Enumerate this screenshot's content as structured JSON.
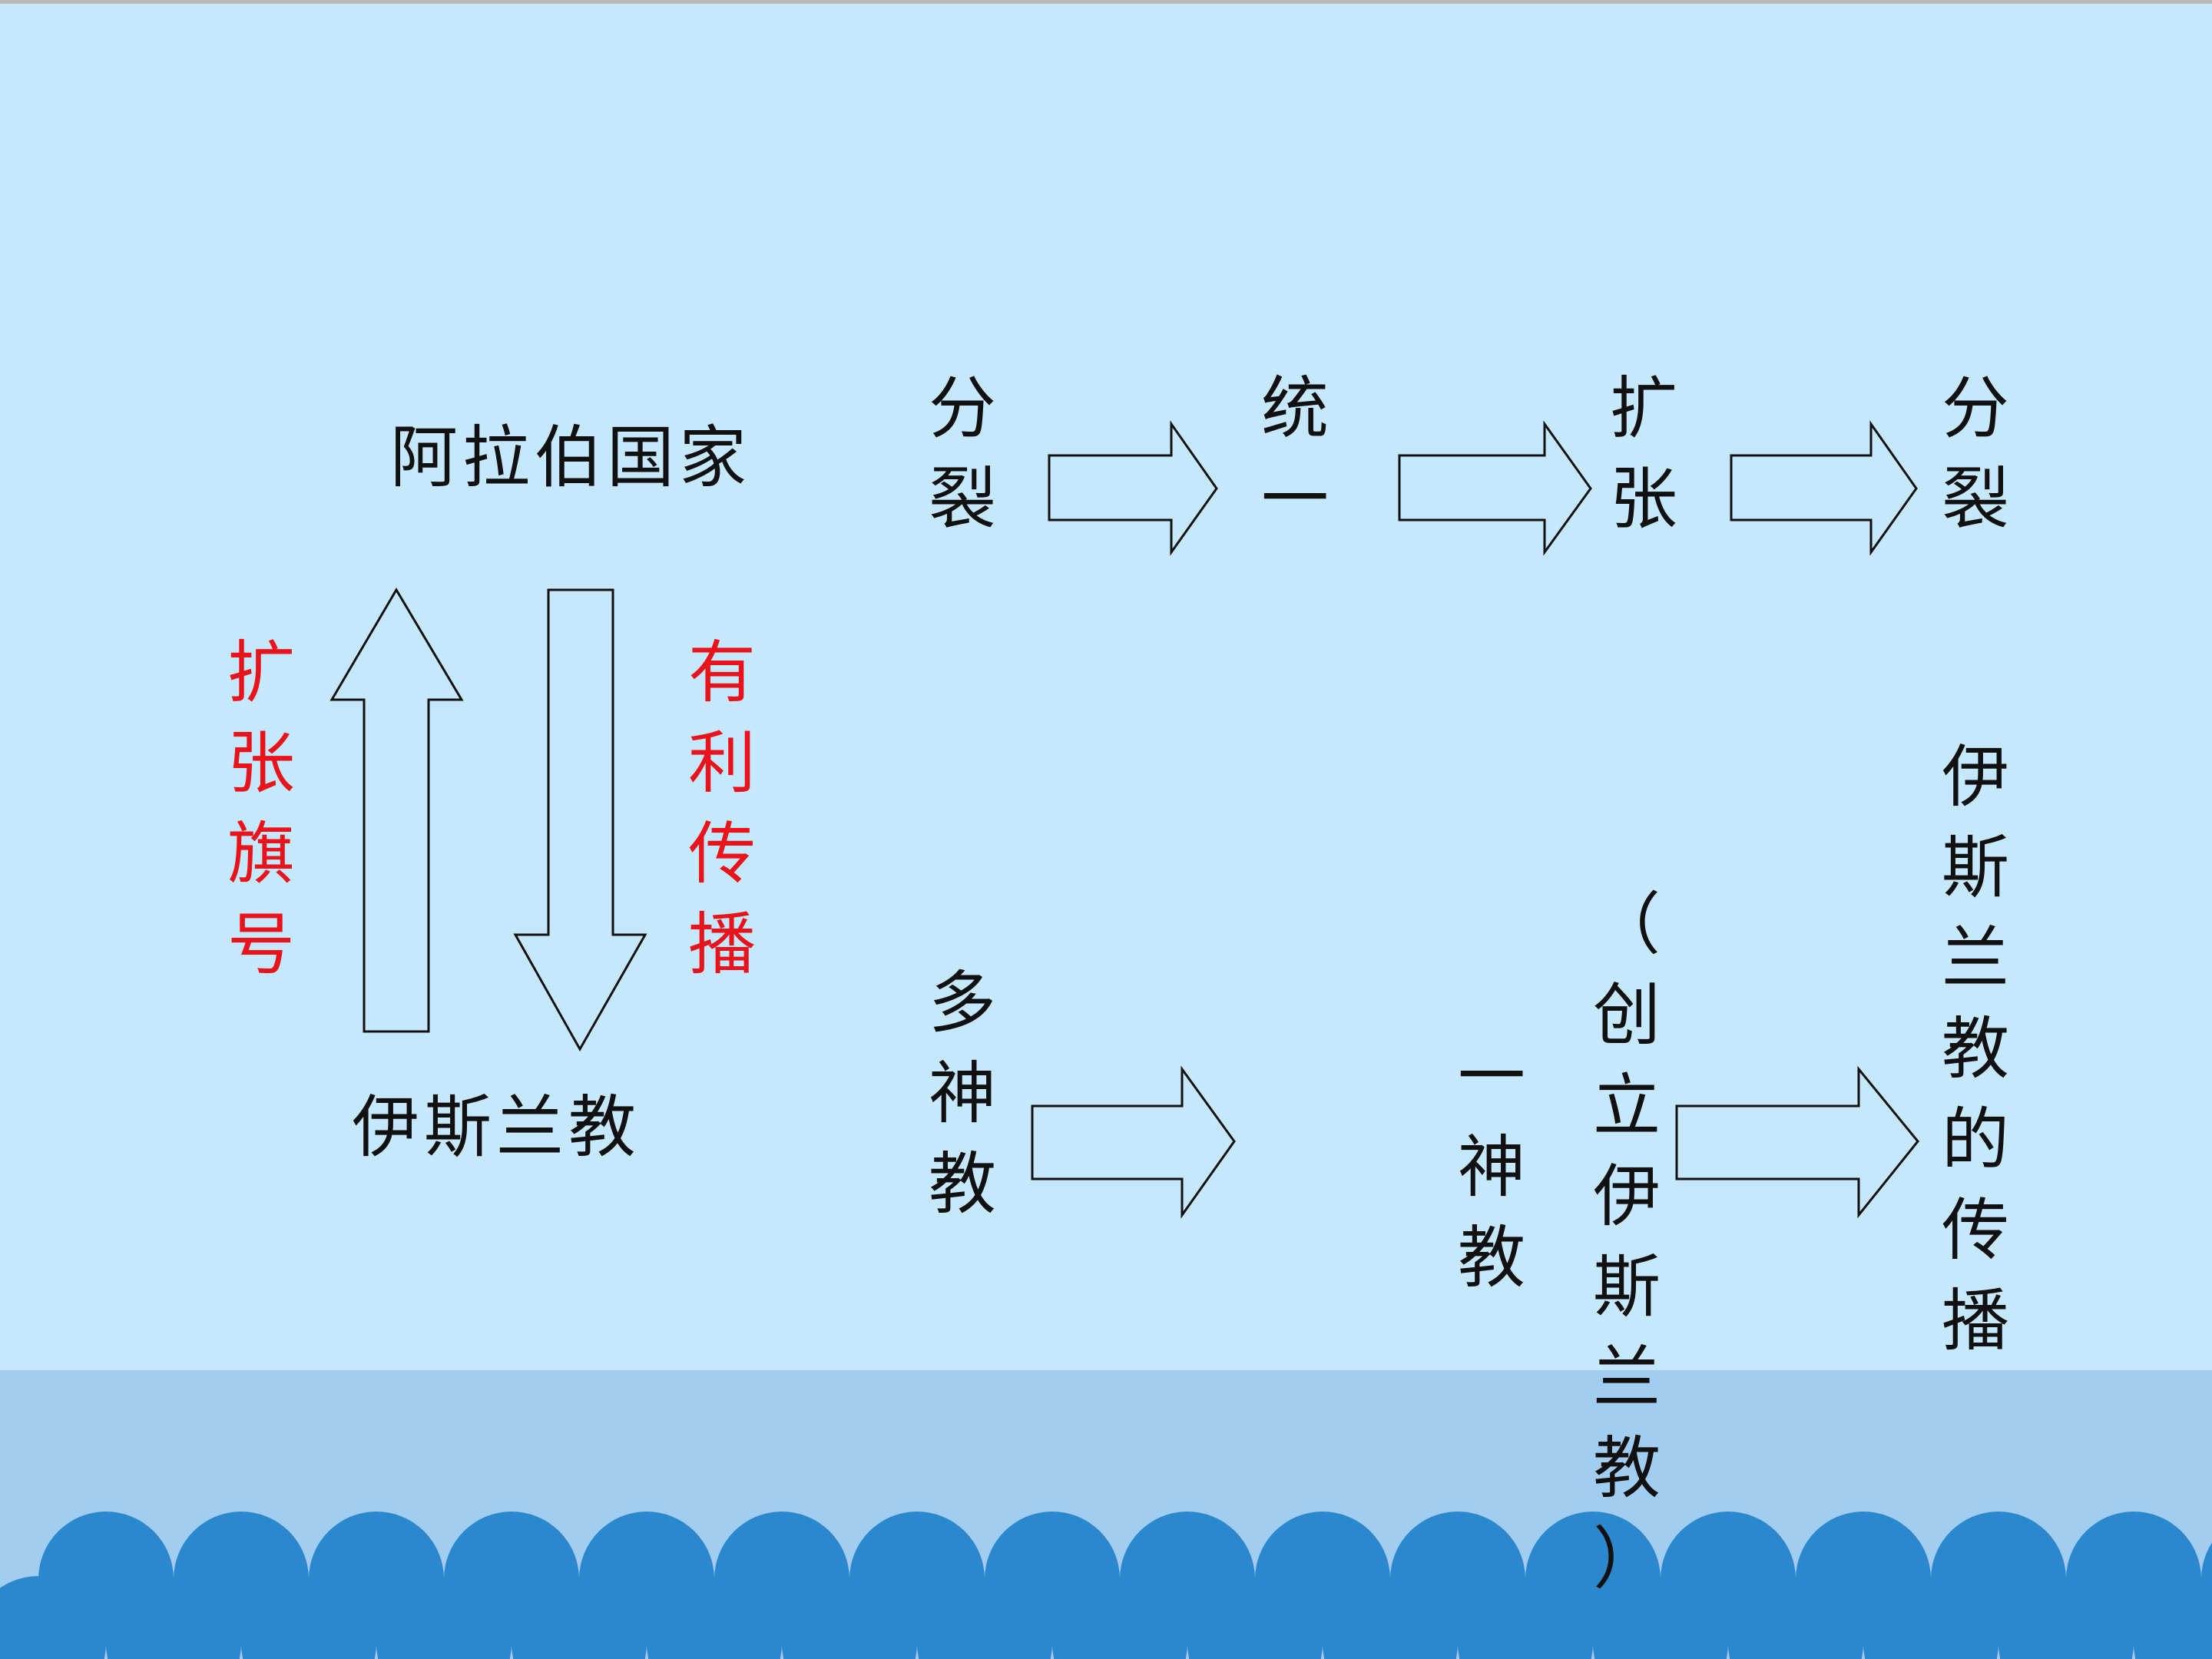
{
  "colors": {
    "background": "#c5e8fc",
    "band": "#a0cdf0",
    "waves": "#2b88cd",
    "red_text": "#e8141c"
  },
  "left": {
    "top_label": "阿拉伯国家",
    "bottom_label": "伊斯兰教",
    "up_arrow_label": "扩张旗号",
    "down_arrow_label": "有利传播"
  },
  "top_row": [
    "分裂",
    "统一",
    "扩张",
    "分裂"
  ],
  "bottom_row": {
    "start": "多神教",
    "monotheism": "一神教",
    "note": "（创立伊斯兰教）",
    "result": "伊斯兰教的传播"
  }
}
